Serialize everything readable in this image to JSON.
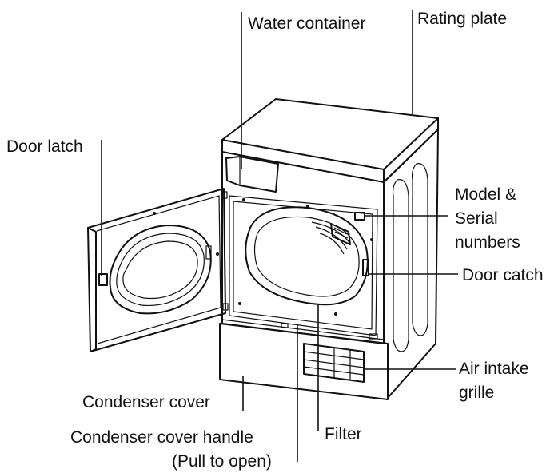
{
  "labels": {
    "water_container": "Water container",
    "rating_plate": "Rating plate",
    "door_latch": "Door latch",
    "model_serial_line1": "Model &",
    "model_serial_line2": "Serial",
    "model_serial_line3": "numbers",
    "door_catch": "Door catch",
    "air_intake_line1": "Air intake",
    "air_intake_line2": "grille",
    "condenser_cover": "Condenser cover",
    "condenser_handle_line1": "Condenser cover handle",
    "condenser_handle_line2": "(Pull to open)",
    "filter": "Filter"
  }
}
